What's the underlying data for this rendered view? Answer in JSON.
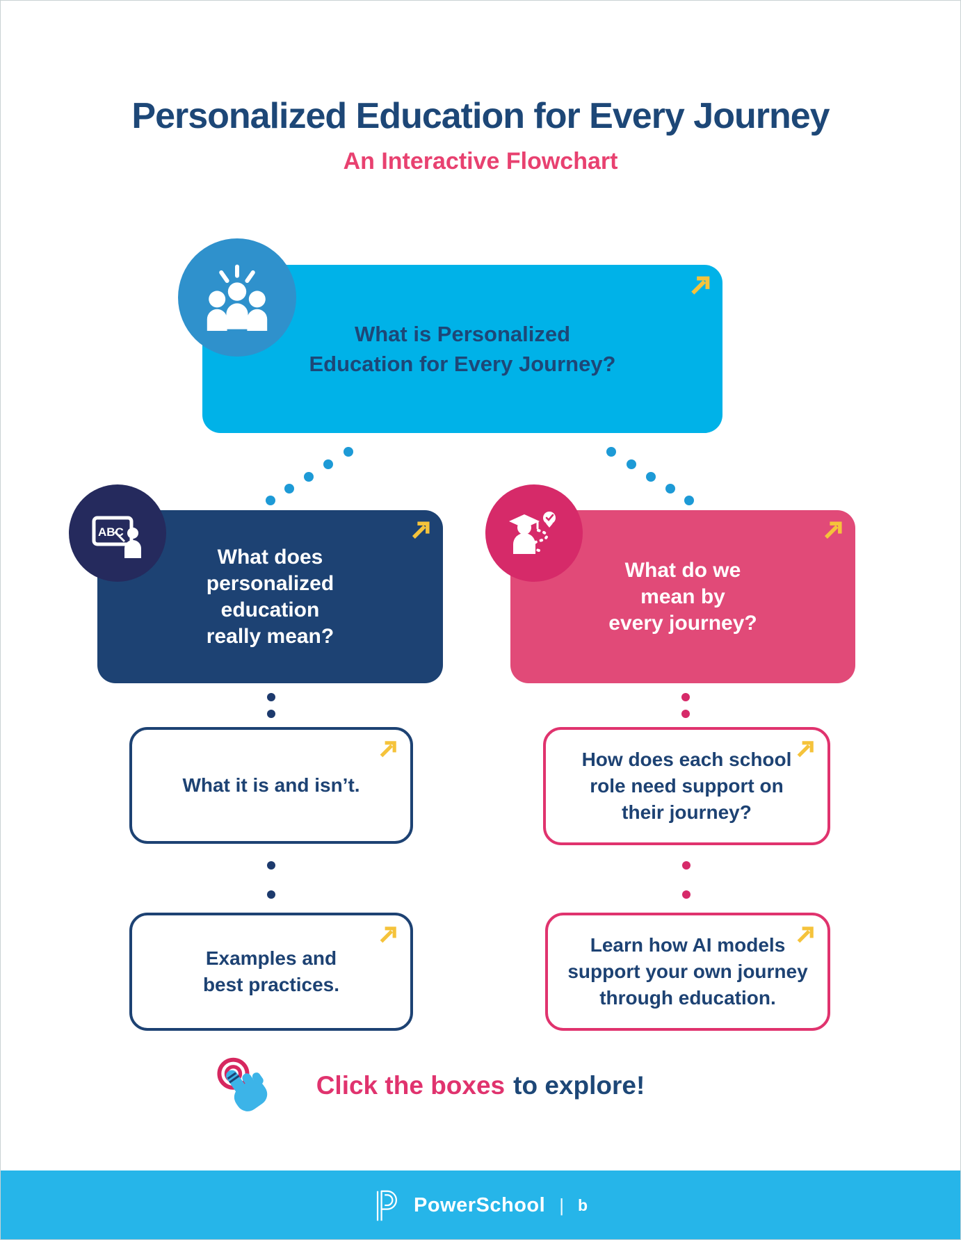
{
  "page": {
    "title": "Personalized Education for Every Journey",
    "subtitle": "An Interactive Flowchart"
  },
  "boxes": {
    "root": {
      "lines": [
        "What is Personalized",
        "Education for Every Journey?"
      ]
    },
    "left1": {
      "lines": [
        "What does",
        "personalized",
        "education",
        "really mean?"
      ]
    },
    "right1": {
      "lines": [
        "What do we",
        "mean by",
        "every journey?"
      ]
    },
    "left2": {
      "lines": [
        "What it is and isn’t."
      ]
    },
    "right2": {
      "lines": [
        "How does each school",
        "role need support on",
        "their journey?"
      ]
    },
    "left3": {
      "lines": [
        "Examples and",
        "best practices."
      ]
    },
    "right3": {
      "lines": [
        "Learn how AI models",
        "support your own journey",
        "through education."
      ]
    }
  },
  "cta": {
    "highlight": "Click the boxes",
    "rest": "to explore!"
  },
  "footer": {
    "brand": "PowerSchool",
    "divider": "|",
    "suffix": "b"
  },
  "icons": {
    "root_badge": "people-group-icon",
    "left_badge": "abc-chalkboard-icon",
    "right_badge": "graduate-journey-icon",
    "box_corner": "external-link-arrow-icon",
    "cta_icon": "click-hand-icon",
    "footer_logo": "powerschool-logo"
  },
  "colors": {
    "cyan_box": "#00b2e8",
    "cyan_badge": "#2f91cc",
    "navy_box": "#1d4273",
    "navy_badge": "#252a5d",
    "pink_box": "#e14a78",
    "pink_badge": "#d62a69",
    "arrow_yellow": "#f5c33b",
    "dot_blue": "#1d9ad6",
    "title_navy": "#1d4777",
    "subtitle_pink": "#e84170",
    "footer_cyan": "#26b5e9"
  }
}
